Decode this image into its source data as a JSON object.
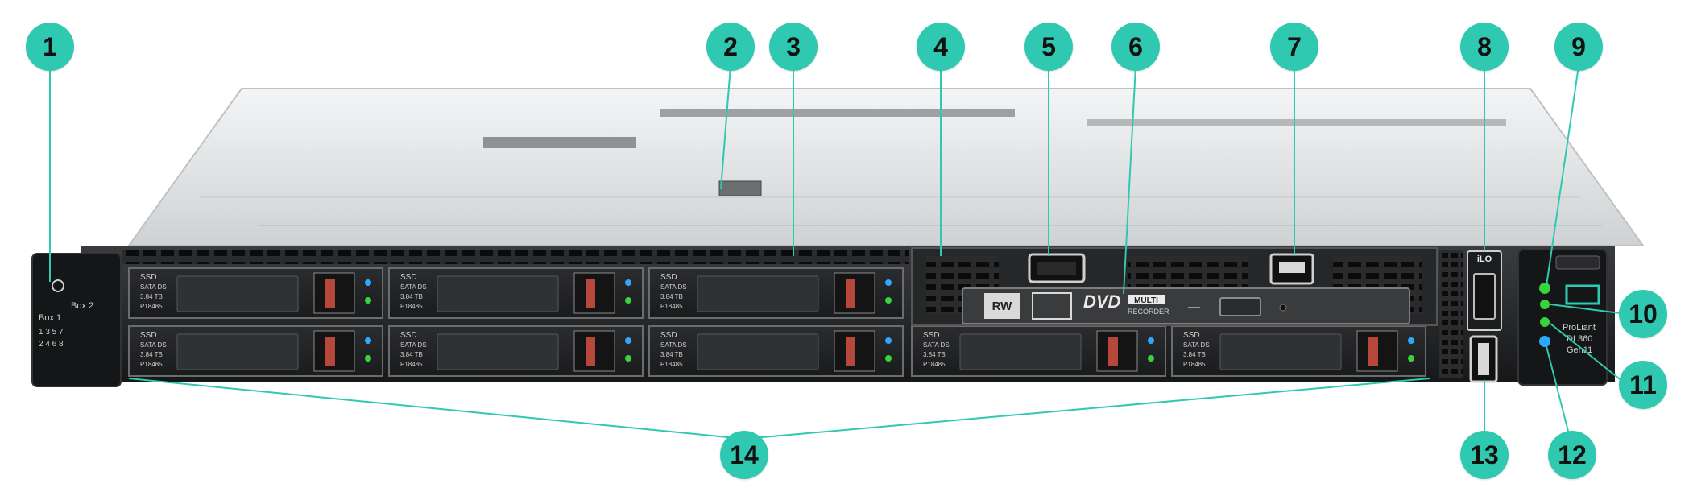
{
  "callouts": [
    {
      "id": "1",
      "label": "1"
    },
    {
      "id": "2",
      "label": "2"
    },
    {
      "id": "3",
      "label": "3"
    },
    {
      "id": "4",
      "label": "4"
    },
    {
      "id": "5",
      "label": "5"
    },
    {
      "id": "6",
      "label": "6"
    },
    {
      "id": "7",
      "label": "7"
    },
    {
      "id": "8",
      "label": "8"
    },
    {
      "id": "9",
      "label": "9"
    },
    {
      "id": "10",
      "label": "10"
    },
    {
      "id": "11",
      "label": "11"
    },
    {
      "id": "12",
      "label": "12"
    },
    {
      "id": "13",
      "label": "13"
    },
    {
      "id": "14",
      "label": "14"
    }
  ],
  "drive_label": {
    "line1": "SSD",
    "line2": "SATA DS",
    "line3": "3.84 TB",
    "line4": "P18485"
  },
  "box_labels": {
    "box2": "Box 2",
    "box1": "Box 1",
    "bay_top": "1 3 5 7",
    "bay_bottom": "2 4 6 8"
  },
  "optical": {
    "rw": "RW",
    "dvd": "DVD",
    "multi": "MULTI",
    "recorder": "RECORDER"
  },
  "ilo_label": "iLO",
  "model": {
    "line1": "ProLiant",
    "line2": "DL360",
    "line3": "Gen11"
  },
  "colors": {
    "callout": "#2fc8b0",
    "line": "#2fc8b0",
    "led_green": "#37d43a",
    "led_blue": "#2ea8ff",
    "chassis_top": "#dfe1e2",
    "bezel_dark": "#1e1f21"
  }
}
